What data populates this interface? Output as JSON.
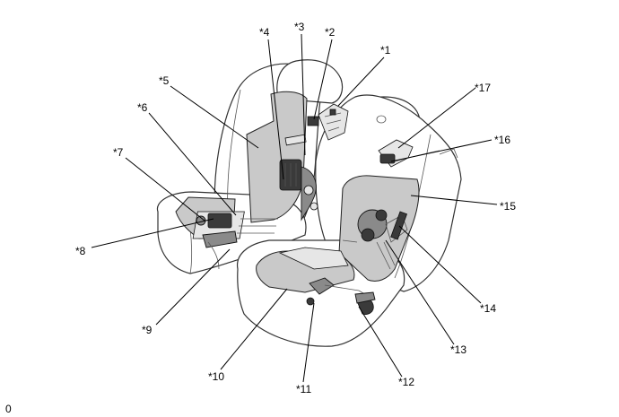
{
  "diagram": {
    "callouts": [
      {
        "id": "c1",
        "text": "*1"
      },
      {
        "id": "c2",
        "text": "*2"
      },
      {
        "id": "c3",
        "text": "*3"
      },
      {
        "id": "c4",
        "text": "*4"
      },
      {
        "id": "c5",
        "text": "*5"
      },
      {
        "id": "c6",
        "text": "*6"
      },
      {
        "id": "c7",
        "text": "*7"
      },
      {
        "id": "c8",
        "text": "*8"
      },
      {
        "id": "c9",
        "text": "*9"
      },
      {
        "id": "c10",
        "text": "*10"
      },
      {
        "id": "c11",
        "text": "*11"
      },
      {
        "id": "c12",
        "text": "*12"
      },
      {
        "id": "c13",
        "text": "*13"
      },
      {
        "id": "c14",
        "text": "*14"
      },
      {
        "id": "c15",
        "text": "*15"
      },
      {
        "id": "c16",
        "text": "*16"
      },
      {
        "id": "c17",
        "text": "*17"
      }
    ],
    "corner_mark": "0"
  }
}
